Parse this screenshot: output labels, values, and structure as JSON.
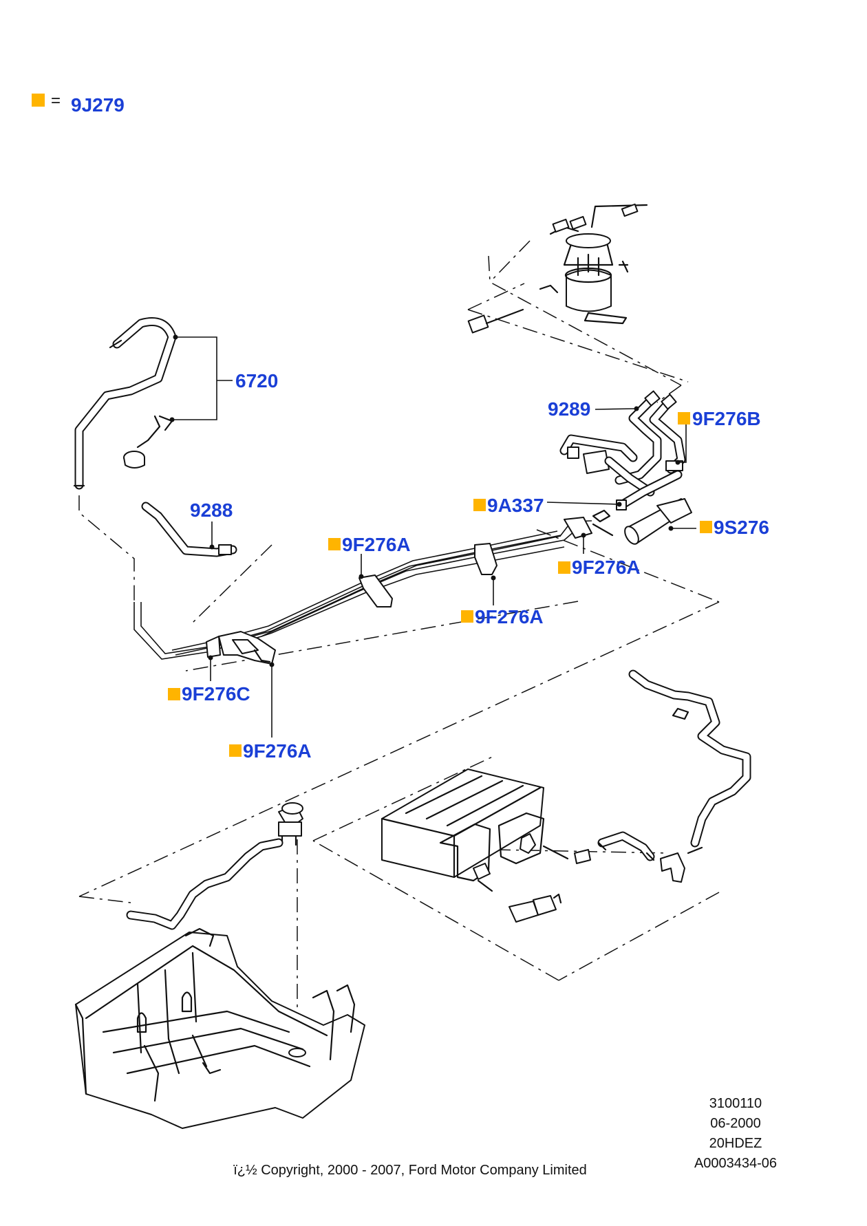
{
  "legend": {
    "marker_color": "#ffb400",
    "equals": "=",
    "code": "9J279"
  },
  "colors": {
    "label": "#1a3fd6",
    "marker": "#ffb400",
    "line": "#111111"
  },
  "labels": {
    "l6720": "6720",
    "l9288": "9288",
    "l9289": "9289",
    "l9F276B": "9F276B",
    "l9A337": "9A337",
    "l9S276": "9S276",
    "l9F276A_top": "9F276A",
    "l9F276A_right": "9F276A",
    "l9F276A_mid": "9F276A",
    "l9F276C": "9F276C",
    "l9F276A_bottom": "9F276A"
  },
  "reference": {
    "line1": "3100110",
    "line2": "06-2000",
    "line3": "20HDEZ",
    "line4": "A0003434-06"
  },
  "copyright": "ï¿½ Copyright, 2000 - 2007, Ford Motor Company Limited"
}
